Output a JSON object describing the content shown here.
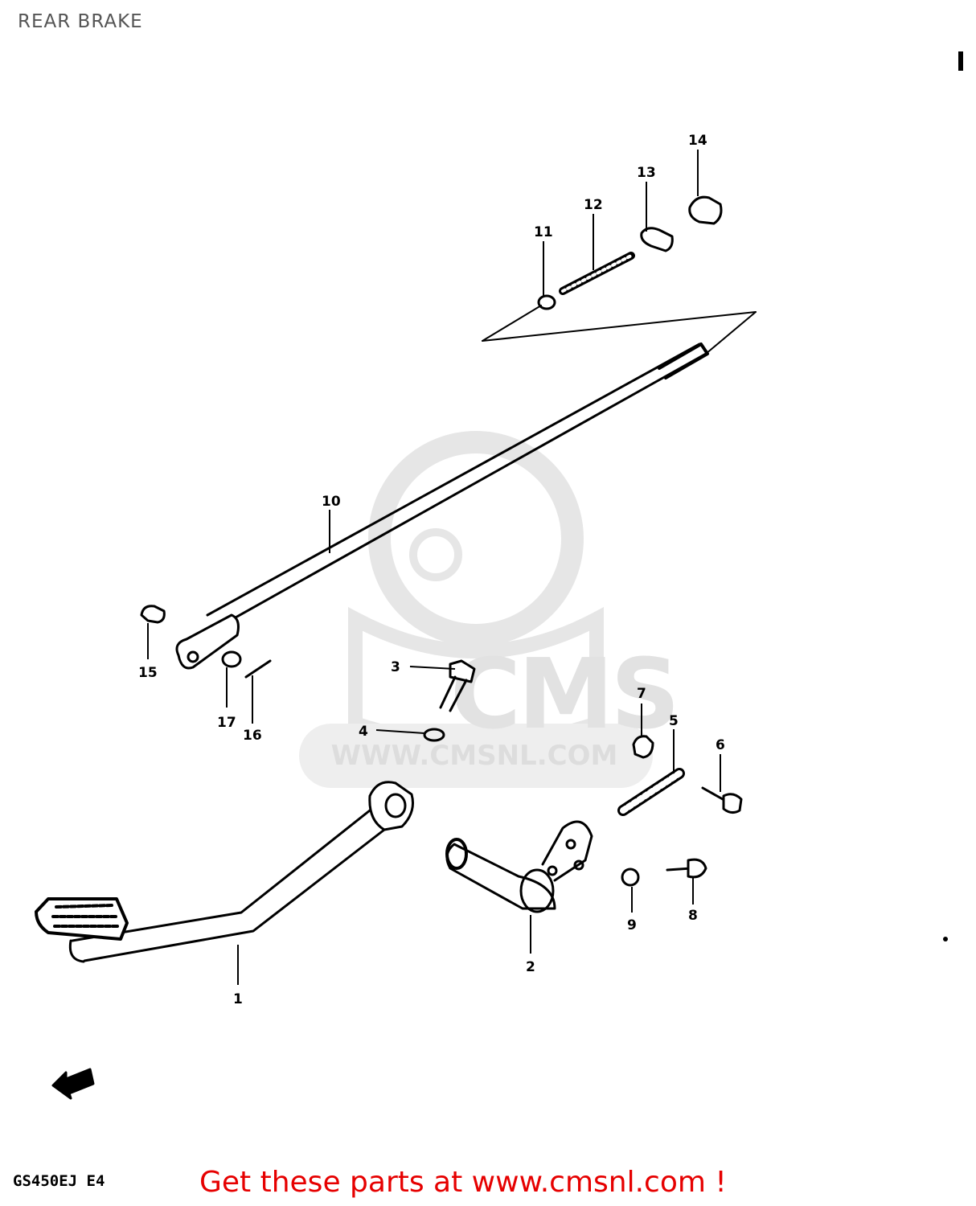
{
  "title": "REAR BRAKE",
  "model_code": "GS450EJ E4",
  "cta_text": "Get these parts at www.cmsnl.com !",
  "watermark": {
    "brand": "CMS",
    "url": "WWW.CMSNL.COM"
  },
  "callouts": [
    "1",
    "2",
    "3",
    "4",
    "5",
    "6",
    "7",
    "8",
    "9",
    "10",
    "11",
    "12",
    "13",
    "14",
    "15",
    "16",
    "17"
  ],
  "colors": {
    "cta": "#e60000",
    "line": "#000000",
    "watermark": "#dddddd"
  }
}
